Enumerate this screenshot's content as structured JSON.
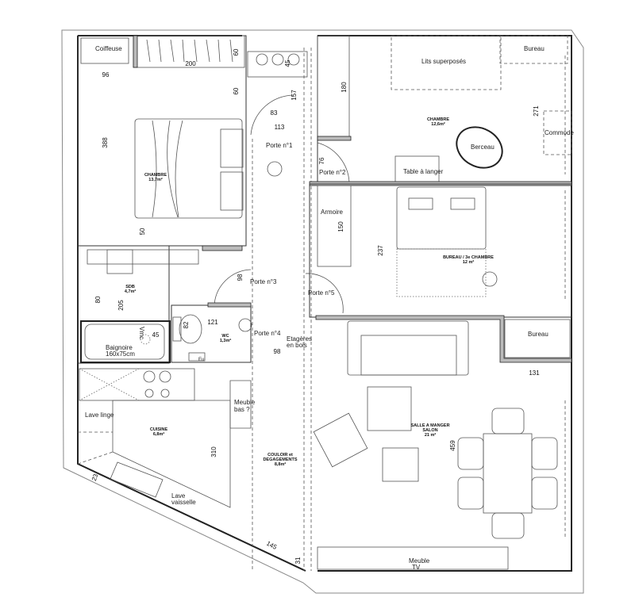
{
  "rooms": {
    "chambre1": {
      "name": "CHAMBRE",
      "area": "13,7m²"
    },
    "chambre2": {
      "name": "CHAMBRE",
      "area": "12,6m²"
    },
    "bureau": {
      "name": "BUREAU / 3e CHAMBRE",
      "area": "12 m²"
    },
    "sdb": {
      "name": "SDB",
      "area": "4,7m²"
    },
    "wc": {
      "name": "WC",
      "area": "1,3m²"
    },
    "cuisine": {
      "name": "CUISINE",
      "area": "6,8m²"
    },
    "couloir": {
      "name": "COULOIR et",
      "name2": "DEGAGEMENTS",
      "area": "8,8m²"
    },
    "salon": {
      "name": "SALLE A MANGER",
      "name2": "SALON",
      "area": "21 m²"
    }
  },
  "labels": {
    "coiffeuse": "Coiffeuse",
    "porte1": "Porte n°1",
    "porte2": "Porte n°2",
    "porte3": "Porte n°3",
    "porte4": "Porte n°4",
    "porte5": "Porte n°5",
    "lits": "Lits superposés",
    "bureau_top": "Bureau",
    "commode": "Commode",
    "berceau": "Berceau",
    "table_langer": "Table à langer",
    "armoire": "Armoire",
    "baignoire": "Baignoire",
    "baignoire_size": "160x75cm",
    "vmc": "Vmc",
    "eu": "Eu",
    "etageres": "Etagères",
    "etageres2": "en bois",
    "meuble_bas": "Meuble",
    "meuble_bas2": "bas ?",
    "lave_linge": "Lave linge",
    "lave_vaisselle": "Lave",
    "lave_vaisselle2": "vaisselle",
    "bureau_salon": "Bureau",
    "meuble_tv": "Meuble",
    "meuble_tv2": "TV"
  },
  "dimensions": [
    "96",
    "200",
    "60",
    "60",
    "157",
    "45",
    "83",
    "113",
    "388",
    "50",
    "98",
    "80",
    "205",
    "121",
    "82",
    "45",
    "98",
    "310",
    "23",
    "145",
    "31",
    "180",
    "271",
    "76",
    "150",
    "237",
    "131",
    "459"
  ]
}
